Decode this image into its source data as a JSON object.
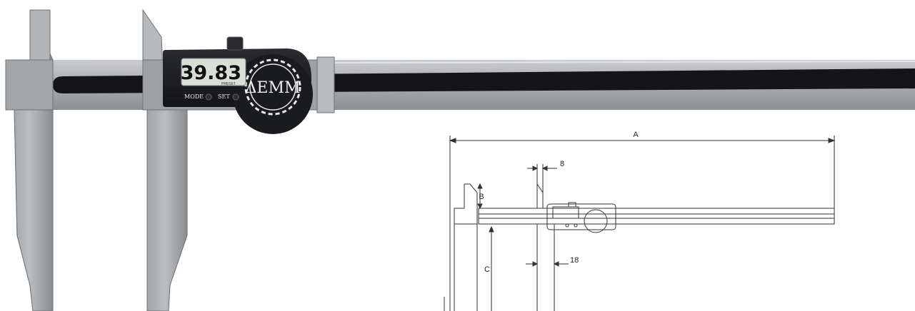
{
  "caliper": {
    "display_value": "39.83",
    "display_sub": "PRESET",
    "brand": "ΔΕΜΜ",
    "mode_label": "MODE",
    "set_label": "SET"
  },
  "drawing": {
    "dim_a": "A",
    "dim_b": "B",
    "dim_c": "C",
    "dim_8": "8",
    "dim_18": "18"
  },
  "colors": {
    "steel": "#aeb1b4",
    "steel_dark": "#7e8184",
    "slot": "#151517",
    "body": "#1c1d20",
    "lcd": "#d9ded6"
  }
}
